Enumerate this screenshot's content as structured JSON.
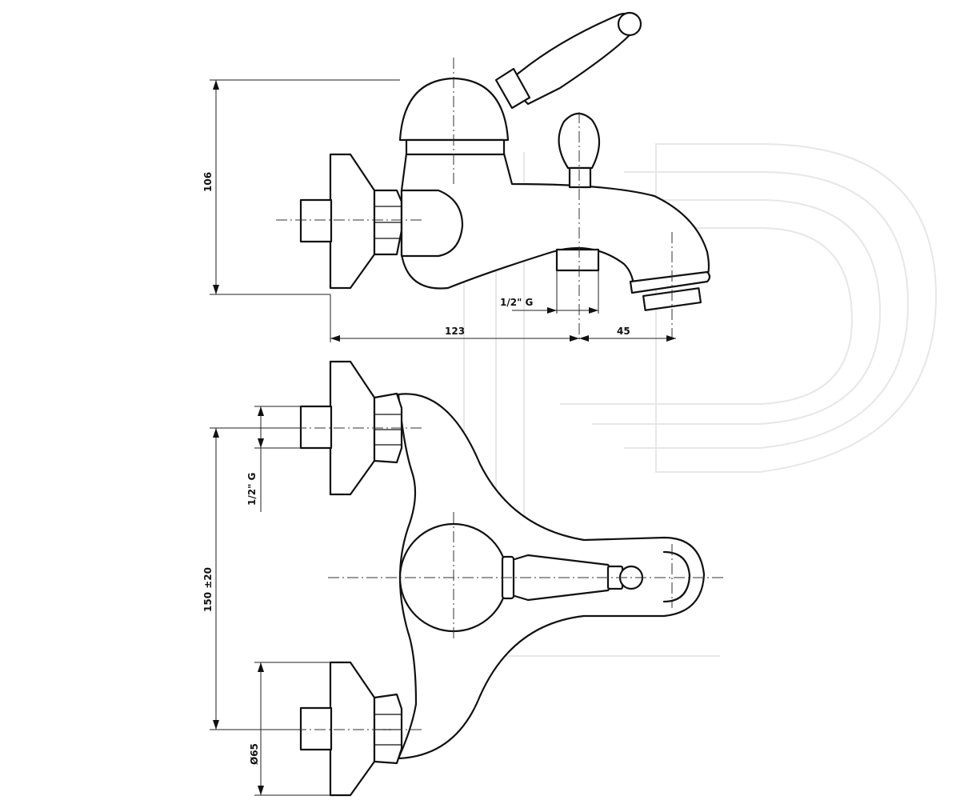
{
  "dimensions": {
    "height_top": "106",
    "length_body": "123",
    "length_spout": "45",
    "thread_spout": "1/2\" G",
    "thread_inlet": "1/2\" G",
    "spacing": "150 ±20",
    "flange_diameter": "Ø65"
  }
}
